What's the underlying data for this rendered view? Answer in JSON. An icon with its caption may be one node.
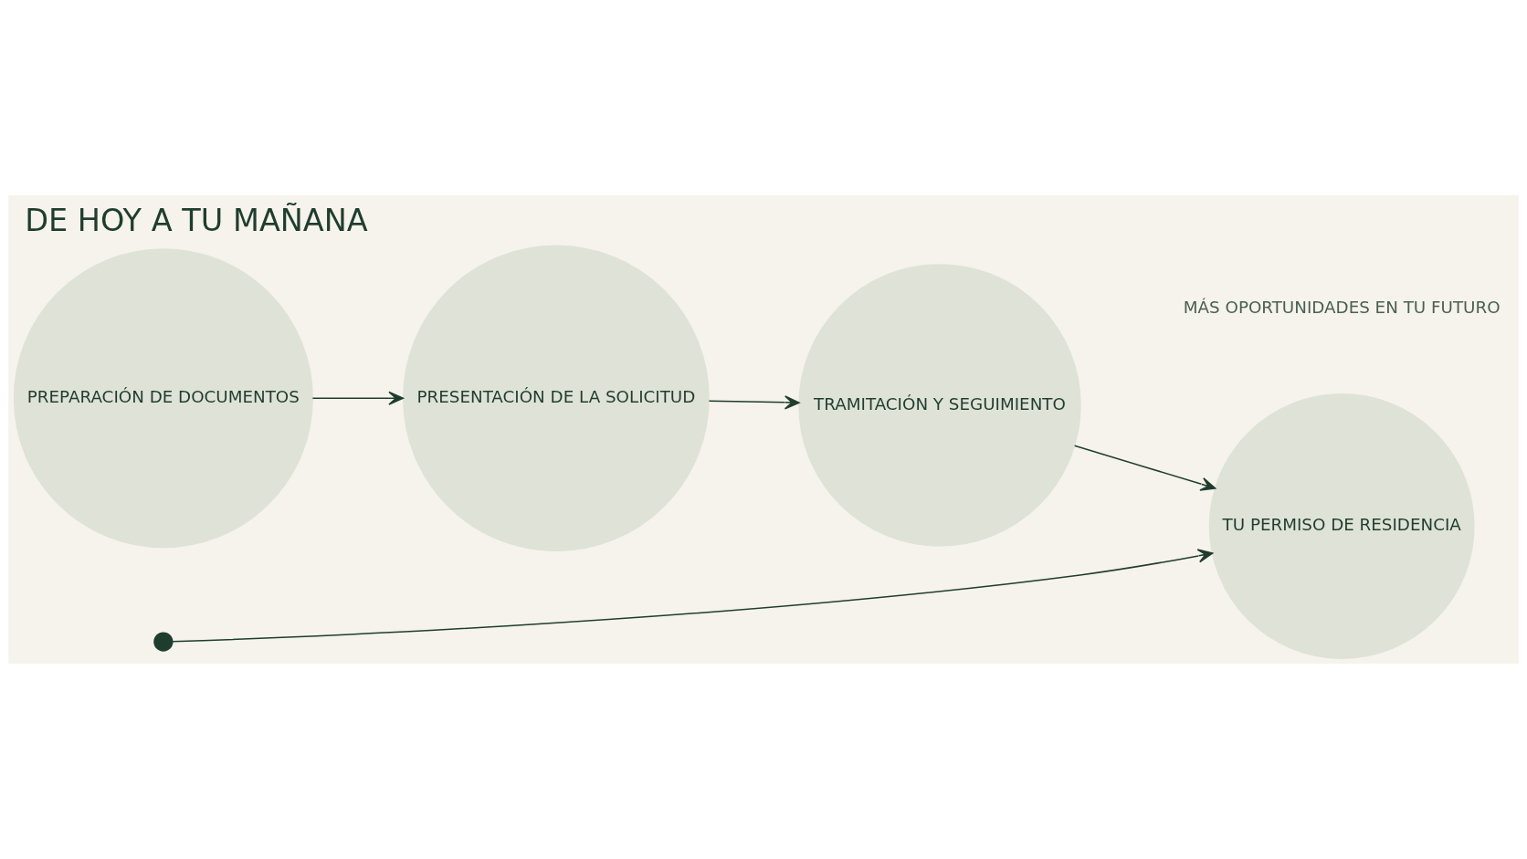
{
  "diagram": {
    "title": "DE HOY A TU MAÑANA",
    "nodes": [
      {
        "text": [
          "PREPARACIÓN DE DOCUMENTOS"
        ]
      },
      {
        "text": [
          "PRESENTACIÓN DE LA SOLICITUD"
        ]
      },
      {
        "text": [
          "TRAMITACIÓN Y SEGUIMIENTO"
        ]
      },
      {
        "text": [
          "TU PERMISO DE RESIDENCIA"
        ]
      },
      {
        "text": [],
        "shape": "circle"
      }
    ],
    "edges": [
      {
        "from": 0,
        "to": 1,
        "arrow": "to"
      },
      {
        "from": 1,
        "to": 2,
        "arrow": "to"
      },
      {
        "from": 2,
        "to": 3,
        "arrow": "to"
      },
      {
        "from": 4,
        "to": 3,
        "arrow": "to"
      }
    ],
    "labels": [
      "MÁS OPORTUNIDADES EN TU FUTURO"
    ]
  }
}
